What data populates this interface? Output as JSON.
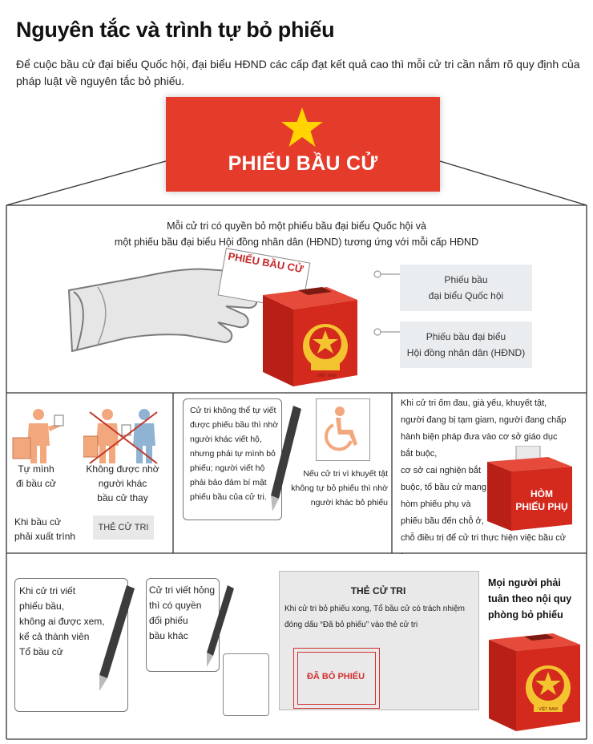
{
  "header": {
    "title": "Nguyên tắc và trình tự bỏ phiếu",
    "intro": "Để cuộc bầu cử đại biểu Quốc hội, đại biểu HĐND các cấp đạt kết quả cao thì mỗi cử tri cần nắm rõ quy định của pháp luật về nguyên tắc bỏ phiếu."
  },
  "banner": {
    "title": "PHIẾU BẦU CỬ"
  },
  "section1": {
    "line1": "Mỗi cử tri có quyền bỏ một phiếu bầu đại biểu Quốc hội và",
    "line2": "một phiếu bầu đại biểu Hội đồng nhân dân (HĐND) tương ứng với mỗi cấp HĐND",
    "ballot_label": "PHIẾU BẦU CỬ",
    "emblem_text": "VIỆT NAM",
    "options": [
      {
        "line1": "Phiếu bầu",
        "line2": "đại biểu Quốc hội"
      },
      {
        "line1": "Phiếu bầu đại biểu",
        "line2": "Hội đồng nhân dân (HĐND)"
      }
    ]
  },
  "section2": {
    "self_vote": {
      "line1": "Tự mình",
      "line2": "đi bầu cử"
    },
    "no_proxy": {
      "line1": "Không được nhờ",
      "line2": "người khác",
      "line3": "bầu cử thay"
    },
    "card_note": {
      "line1": "Khi bầu cử",
      "line2": "phải xuất trình"
    },
    "card_tag": "THẺ CỬ TRI",
    "cannot_write": [
      "Cử tri không thể tự viết",
      "được phiếu bầu thì nhờ",
      "người khác viết hộ,",
      "nhưng phải tự mình bỏ",
      "phiếu; người viết hộ",
      "phải bảo đảm bí mật",
      "phiếu bầu của cử tri."
    ],
    "disabled": [
      "Nếu cử tri vì khuyết tật",
      "không tự bỏ phiếu thì nhờ",
      "người khác bỏ phiếu"
    ],
    "sick": [
      "Khi cử tri ốm đau, già yếu, khuyết tật,",
      "người đang bị tạm giam, người đang chấp",
      "hành biện pháp đưa vào cơ sở giáo dục",
      "bắt buộc,",
      "cơ sở cai nghiện bắt",
      "buộc, tổ bầu cử mang",
      "hòm phiếu phụ và",
      "phiếu bầu đến chỗ ở,",
      "chỗ điều trị  để cử tri thực hiện việc bầu cử",
      "."
    ],
    "aux_box": {
      "line1": "HÒM",
      "line2": "PHIẾU PHỤ"
    }
  },
  "section3": {
    "writing": [
      "Khi cử tri viết",
      "phiếu bầu,",
      "không ai được xem,",
      "kể cả thành viên",
      "Tổ bầu cử"
    ],
    "spoiled": [
      "Cử tri viết hỏng",
      "thì có quyền",
      "đổi phiếu",
      "bầu khác"
    ],
    "card": {
      "title": "THẺ CỬ TRI",
      "line1": "Khi cử tri bỏ phiếu xong, Tổ bầu cử có trách nhiệm",
      "line2": "đóng dấu “Đã bỏ phiếu” vào thẻ cử tri",
      "stamp": "ĐÃ BỎ PHIẾU"
    },
    "rule": [
      "Mọi người phải",
      "tuân theo nội quy",
      "phòng bỏ phiếu"
    ],
    "emblem_text": "VIỆT NAM"
  },
  "colors": {
    "accent_red": "#e53b2b",
    "box_red": "#d42a1e",
    "emblem_gold": "#f4c430",
    "figure_orange": "#f3a77c",
    "figure_blue": "#8fb4d3"
  }
}
